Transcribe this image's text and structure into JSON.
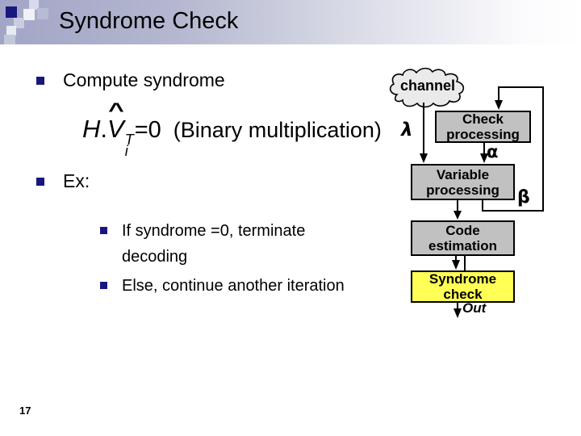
{
  "slide": {
    "title": "Syndrome Check",
    "page_number": "17"
  },
  "content": {
    "bullet1": "Compute syndrome",
    "formula": {
      "lead": "H",
      "dot": ".",
      "var": "V",
      "hat": "^",
      "sup": "T",
      "sub": "i",
      "equals": "=0",
      "note": "(Binary multiplication)"
    },
    "bullet2": "Ex:",
    "sub_bullet1": "If syndrome =0, terminate decoding",
    "sub_bullet2": "Else, continue another iteration"
  },
  "diagram": {
    "cloud_label": "channel",
    "boxes": [
      {
        "id": "check-processing",
        "label": "Check processing"
      },
      {
        "id": "variable-processing",
        "label": "Variable processing"
      },
      {
        "id": "code-estimation",
        "label": "Code estimation"
      },
      {
        "id": "syndrome-check",
        "label": "Syndrome check",
        "highlighted": true
      }
    ],
    "edge_labels": {
      "lambda": "λ",
      "alpha": "α",
      "beta": "β",
      "out": "Out"
    }
  },
  "colors": {
    "header-left": "#a2a5c6",
    "bullet-navy": "#17177e",
    "box-gray": "#c1c1c1",
    "highlight-yellow": "#ffff55",
    "cloud-gray": "#eaeaea"
  }
}
